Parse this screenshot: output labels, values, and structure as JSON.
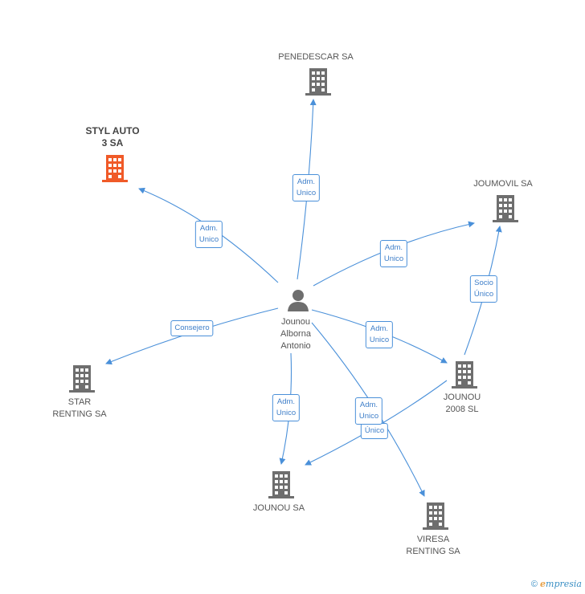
{
  "nodes": {
    "penedescar": {
      "label": "PENEDESCAR SA",
      "color": "#6e6e6e"
    },
    "styl_auto": {
      "label_line1": "STYL AUTO",
      "label_line2": "3 SA",
      "color": "#f05a28"
    },
    "joumovil": {
      "label": "JOUMOVIL SA",
      "color": "#6e6e6e"
    },
    "person": {
      "label_line1": "Jounou",
      "label_line2": "Alborna",
      "label_line3": "Antonio",
      "color": "#6e6e6e"
    },
    "star_renting": {
      "label_line1": "STAR",
      "label_line2": "RENTING SA",
      "color": "#6e6e6e"
    },
    "jounou_2008": {
      "label_line1": "JOUNOU",
      "label_line2": "2008 SL",
      "color": "#6e6e6e"
    },
    "jounou_sa": {
      "label": "JOUNOU SA",
      "color": "#6e6e6e"
    },
    "viresa": {
      "label_line1": "VIRESA",
      "label_line2": "RENTING SA",
      "color": "#6e6e6e"
    }
  },
  "edges": {
    "to_penedescar": {
      "line1": "Adm.",
      "line2": "Unico"
    },
    "to_styl": {
      "line1": "Adm.",
      "line2": "Unico"
    },
    "to_joumovil": {
      "line1": "Adm.",
      "line2": "Unico"
    },
    "jounou2008_to_joumovil": {
      "line1": "Socio",
      "line2": "Único"
    },
    "to_star": {
      "line1": "Consejero"
    },
    "to_jounou2008": {
      "line1": "Adm.",
      "line2": "Unico"
    },
    "to_jounou_sa": {
      "line1": "Adm.",
      "line2": "Unico"
    },
    "to_viresa": {
      "line1": "Adm.",
      "line2": "Unico"
    },
    "jounou2008_to_jounou_sa": {
      "line1": "Único"
    }
  },
  "colors": {
    "edge": "#4a90d9",
    "accent": "#f05a28"
  },
  "footer": {
    "copyright": "©",
    "brand_e": "e",
    "brand_rest": "mpresia"
  }
}
